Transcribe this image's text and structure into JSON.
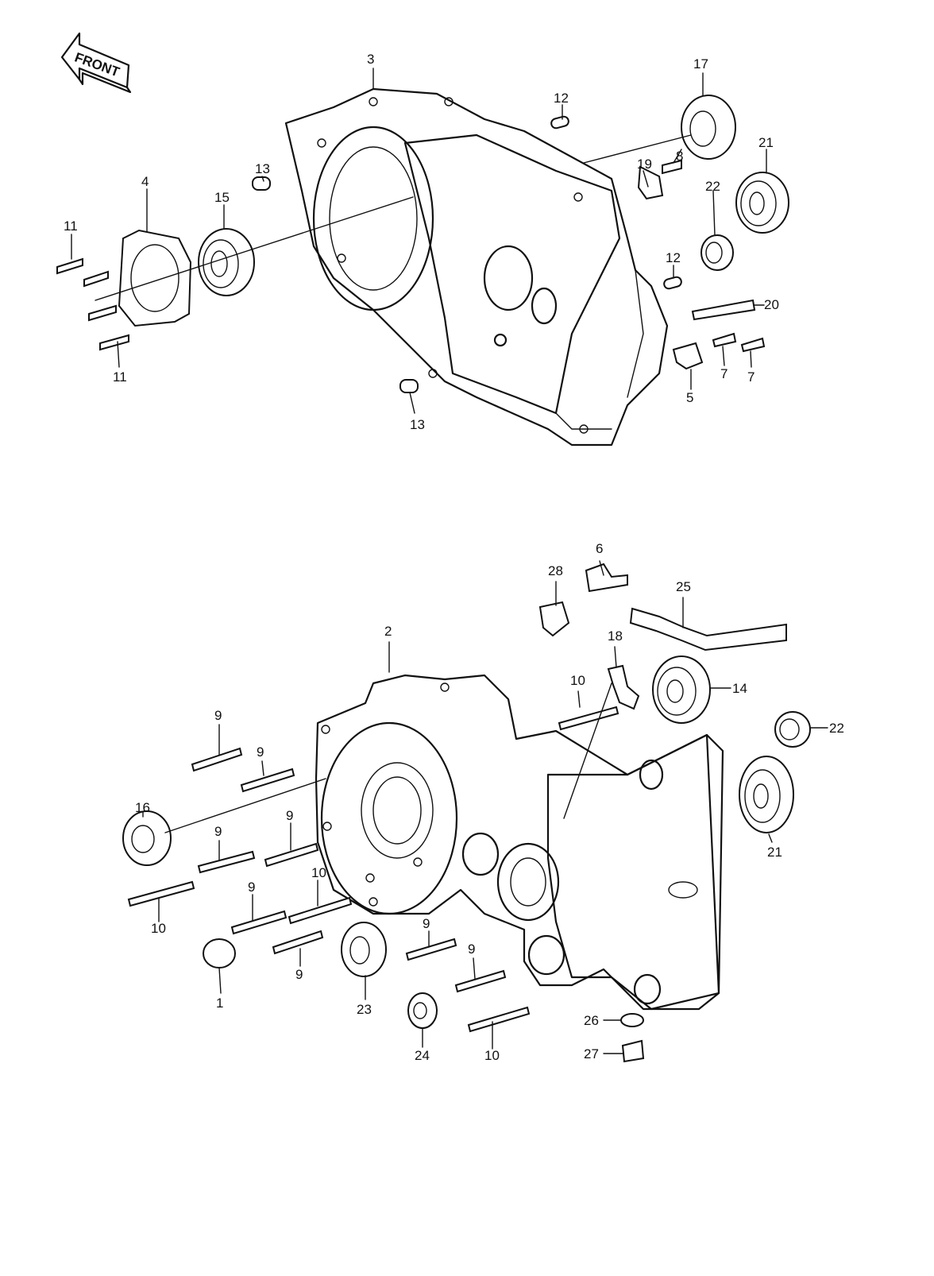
{
  "front_badge": "FRONT",
  "callouts": {
    "c1": "1",
    "c2": "2",
    "c3": "3",
    "c4": "4",
    "c5": "5",
    "c6": "6",
    "c7a": "7",
    "c7b": "7",
    "c8": "8",
    "c9a": "9",
    "c9b": "9",
    "c9c": "9",
    "c9d": "9",
    "c9e": "9",
    "c9f": "9",
    "c9g": "9",
    "c9h": "9",
    "c10a": "10",
    "c10b": "10",
    "c10c": "10",
    "c10d": "10",
    "c11a": "11",
    "c11b": "11",
    "c12a": "12",
    "c12b": "12",
    "c13a": "13",
    "c13b": "13",
    "c14": "14",
    "c15": "15",
    "c16": "16",
    "c17": "17",
    "c18": "18",
    "c19": "19",
    "c20": "20",
    "c21a": "21",
    "c21b": "21",
    "c22a": "22",
    "c22b": "22",
    "c23": "23",
    "c24": "24",
    "c25": "25",
    "c26": "26",
    "c27": "27",
    "c28": "28"
  }
}
